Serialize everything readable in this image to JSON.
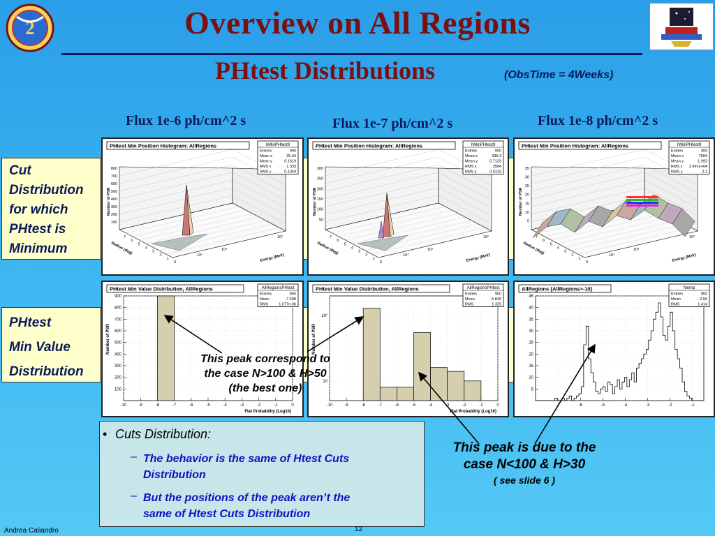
{
  "slide": {
    "title": "Overview on All Regions",
    "subtitle": "PHtest Distributions",
    "obstime": "(ObsTime = 4Weeks)",
    "footer_author": "Andrea Caliandro",
    "page_number": "12"
  },
  "columns": [
    {
      "flux_label": "Flux 1e-6 ph/cm^2 s"
    },
    {
      "flux_label": "Flux 1e-7 ph/cm^2 s"
    },
    {
      "flux_label": "Flux 1e-8 ph/cm^2 s"
    }
  ],
  "row_labels": {
    "row1": [
      "Cut",
      "Distribution",
      "for which",
      "PHtest is",
      "Minimum"
    ],
    "row2": [
      "PHtest",
      "Min Value",
      "Distribution"
    ]
  },
  "histograms_3d": [
    {
      "title": "PHtest Min Position Histogram: AllRegions",
      "stats_name": "hMinPHtest9",
      "stats": [
        [
          "Entries",
          "900"
        ],
        [
          "Mean x",
          "35.04"
        ],
        [
          "Mean y",
          "0.1619"
        ],
        [
          "RMS x",
          "1.333"
        ],
        [
          "RMS y",
          "0.1059"
        ]
      ],
      "z_ticks": [
        "800",
        "700",
        "600",
        "500",
        "400",
        "300",
        "200",
        "100"
      ],
      "z_label": "Number of PSR",
      "radius_label": "Radius (deg)",
      "radius_ticks": [
        "7",
        "6",
        "5",
        "4",
        "3",
        "2",
        "1",
        "0"
      ],
      "energy_label": "Energy (MeV)",
      "energy_ticks": [
        "10²",
        "10³",
        "10⁴"
      ]
    },
    {
      "title": "PHtest Min Position Histogram: AllRegions",
      "stats_name": "hMinPHtest9",
      "stats": [
        [
          "Entries",
          "900"
        ],
        [
          "Mean x",
          "336.3"
        ],
        [
          "Mean y",
          "0.7133"
        ],
        [
          "RMS x",
          "3584"
        ],
        [
          "RMS y",
          "0.6133"
        ]
      ],
      "z_ticks": [
        "300",
        "250",
        "200",
        "150",
        "100",
        "50"
      ],
      "z_label": "Number of PSR",
      "radius_label": "Radius (deg)",
      "radius_ticks": [
        "7",
        "6",
        "5",
        "4",
        "3",
        "2",
        "1",
        "0"
      ],
      "energy_label": "Energy (MeV)",
      "energy_ticks": [
        "10²",
        "10³",
        "10⁴"
      ]
    },
    {
      "title": "PHtest Min Position Histogram: AllRegions",
      "stats_name": "hMinPHtest9",
      "stats": [
        [
          "Entries",
          "300"
        ],
        [
          "Mean x",
          "7684"
        ],
        [
          "Mean y",
          "1.993"
        ],
        [
          "RMS x",
          "2.491e+04"
        ],
        [
          "RMS y",
          "2.1"
        ]
      ],
      "z_ticks": [
        "35",
        "30",
        "25",
        "20",
        "15",
        "10",
        "5"
      ],
      "z_label": "Number of PSR",
      "radius_label": "Radius (deg)",
      "radius_ticks": [
        "7",
        "6",
        "5",
        "4",
        "3",
        "2",
        "1",
        "0"
      ],
      "energy_label": "Energy (MeV)",
      "energy_ticks": [
        "10²",
        "10³",
        "10⁴"
      ]
    }
  ],
  "chart_data": [
    {
      "type": "bar",
      "title": "PHtest Min Value Distribution, AllRegions",
      "stats_name": "AllRegionsPHtest",
      "stats": [
        [
          "Entries",
          "900"
        ],
        [
          "Mean",
          "-7.398"
        ],
        [
          "RMS",
          "1.077e-06"
        ]
      ],
      "xlabel": "Flat Probability (Log10)",
      "ylabel": "Number of PSR",
      "xlim": [
        -10,
        0
      ],
      "ylim": [
        0,
        900
      ],
      "x_ticks": [
        -10,
        -9,
        -8,
        -7,
        -6,
        -5,
        -4,
        -3,
        -2,
        -1,
        0
      ],
      "y_ticks": [
        100,
        200,
        300,
        400,
        500,
        600,
        700,
        800,
        900
      ],
      "bins": [
        {
          "x0": -8,
          "x1": -7,
          "value": 900
        }
      ]
    },
    {
      "type": "bar",
      "title": "PHtest Min Value Distribution, AllRegions",
      "stats_name": "AllRegionsPHtest",
      "stats": [
        [
          "Entries",
          "900"
        ],
        [
          "Mean",
          "-6.849"
        ],
        [
          "RMS",
          "1.325"
        ]
      ],
      "xlabel": "Flat Probability (Log10)",
      "ylabel": "Number of PSR",
      "log_y": true,
      "xlim": [
        -10,
        0
      ],
      "ylim": [
        5,
        200
      ],
      "x_ticks": [
        -10,
        -9,
        -8,
        -7,
        -6,
        -5,
        -4,
        -3,
        -2,
        -1,
        0
      ],
      "y_ticks_labels": [
        "10",
        "10²"
      ],
      "y_tick_values": [
        10,
        100
      ],
      "bins": [
        {
          "x0": -8,
          "x1": -7,
          "value": 130
        },
        {
          "x0": -7,
          "x1": -6,
          "value": 8
        },
        {
          "x0": -6,
          "x1": -5,
          "value": 8
        },
        {
          "x0": -5,
          "x1": -4,
          "value": 55
        },
        {
          "x0": -4,
          "x1": -3,
          "value": 16
        },
        {
          "x0": -3,
          "x1": -2,
          "value": 14
        },
        {
          "x0": -2,
          "x1": -1,
          "value": 10
        }
      ]
    },
    {
      "type": "histogram",
      "title": "AllRegions {AllRegions>-10}",
      "stats_name": "htemp",
      "stats": [
        [
          "Entries",
          "900"
        ],
        [
          "Mean",
          "-2.56"
        ],
        [
          "RMS",
          "1.414"
        ]
      ],
      "xlim": [
        -8,
        -0.5
      ],
      "ylim": [
        0,
        45
      ],
      "x_ticks": [
        -7,
        -6,
        -5,
        -4,
        -3,
        -2,
        -1
      ],
      "y_ticks": [
        5,
        10,
        15,
        20,
        25,
        30,
        35,
        40,
        45
      ],
      "step_values": [
        0,
        0,
        0,
        0,
        0,
        0,
        0,
        0,
        1,
        0,
        0,
        1,
        0,
        1,
        2,
        0,
        1,
        2,
        3,
        6,
        24,
        32,
        18,
        12,
        8,
        4,
        3,
        5,
        6,
        4,
        8,
        7,
        3,
        6,
        9,
        5,
        8,
        10,
        6,
        9,
        12,
        8,
        14,
        16,
        18,
        20,
        22,
        26,
        30,
        35,
        38,
        42,
        36,
        28,
        26,
        32,
        38,
        30,
        22,
        18,
        14,
        8,
        4,
        2,
        1,
        0,
        0,
        0,
        0,
        0
      ]
    }
  ],
  "annotations": {
    "peak_best": [
      "This peak correspond to",
      "the case N>100 & H>50",
      "(the best one)"
    ],
    "peak_due": [
      "This peak is due to the",
      "case N<100 & H>30"
    ],
    "peak_due_ref": "( see slide 6 )"
  },
  "cuts_box": {
    "bullet": "Cuts Distribution:",
    "items": [
      [
        "The behavior is the same of Htest Cuts",
        "Distribution"
      ],
      [
        "But the positions of the peak aren’t the",
        "same of Htest Cuts Distribution"
      ]
    ]
  }
}
